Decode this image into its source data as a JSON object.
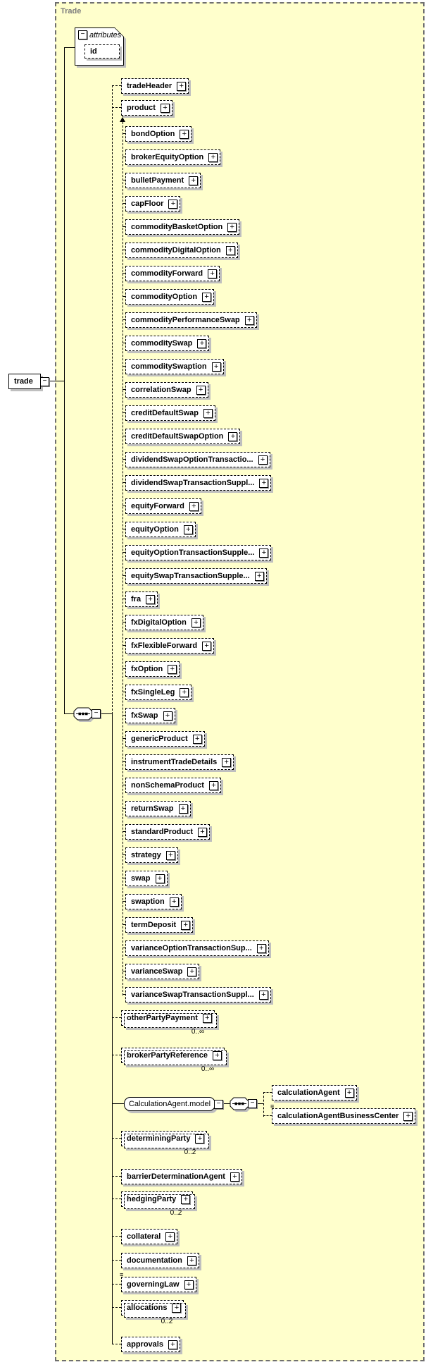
{
  "diagram": {
    "container": {
      "label": "Trade"
    },
    "root": {
      "label": "trade"
    },
    "attributes_box": {
      "label": "attributes",
      "attributes": [
        {
          "label": "id"
        }
      ]
    },
    "glyphs": {
      "expand": "+",
      "collapse": "−",
      "simple_content": "≡"
    },
    "top_children": [
      {
        "label": "tradeHeader"
      },
      {
        "label": "product"
      }
    ],
    "substitution_children": [
      "bondOption",
      "brokerEquityOption",
      "bulletPayment",
      "capFloor",
      "commodityBasketOption",
      "commodityDigitalOption",
      "commodityForward",
      "commodityOption",
      "commodityPerformanceSwap",
      "commoditySwap",
      "commoditySwaption",
      "correlationSwap",
      "creditDefaultSwap",
      "creditDefaultSwapOption",
      "dividendSwapOptionTransactio...",
      "dividendSwapTransactionSuppl...",
      "equityForward",
      "equityOption",
      "equityOptionTransactionSupple...",
      "equitySwapTransactionSupple...",
      "fra",
      "fxDigitalOption",
      "fxFlexibleForward",
      "fxOption",
      "fxSingleLeg",
      "fxSwap",
      "genericProduct",
      "instrumentTradeDetails",
      "nonSchemaProduct",
      "returnSwap",
      "standardProduct",
      "strategy",
      "swap",
      "swaption",
      "termDeposit",
      "varianceOptionTransactionSup...",
      "varianceSwap",
      "varianceSwapTransactionSuppl..."
    ],
    "bottom_children": [
      {
        "label": "otherPartyPayment",
        "occurs": "0..∞",
        "stacked": true
      },
      {
        "label": "brokerPartyReference",
        "occurs": "0..∞",
        "stacked": true
      }
    ],
    "calculation_agent_group": {
      "label": "CalculationAgent.model",
      "children": [
        {
          "label": "calculationAgent"
        },
        {
          "label": "calculationAgentBusinessCenter",
          "simple_content": true
        }
      ]
    },
    "tail_children": [
      {
        "label": "determiningParty",
        "occurs": "0..2",
        "stacked": true
      },
      {
        "label": "barrierDeterminationAgent"
      },
      {
        "label": "hedgingParty",
        "occurs": "0..2",
        "stacked": true
      },
      {
        "label": "collateral"
      },
      {
        "label": "documentation"
      },
      {
        "label": "governingLaw",
        "simple_content": true
      },
      {
        "label": "allocations",
        "occurs": "0..2",
        "stacked": true
      },
      {
        "label": "approvals"
      }
    ]
  }
}
